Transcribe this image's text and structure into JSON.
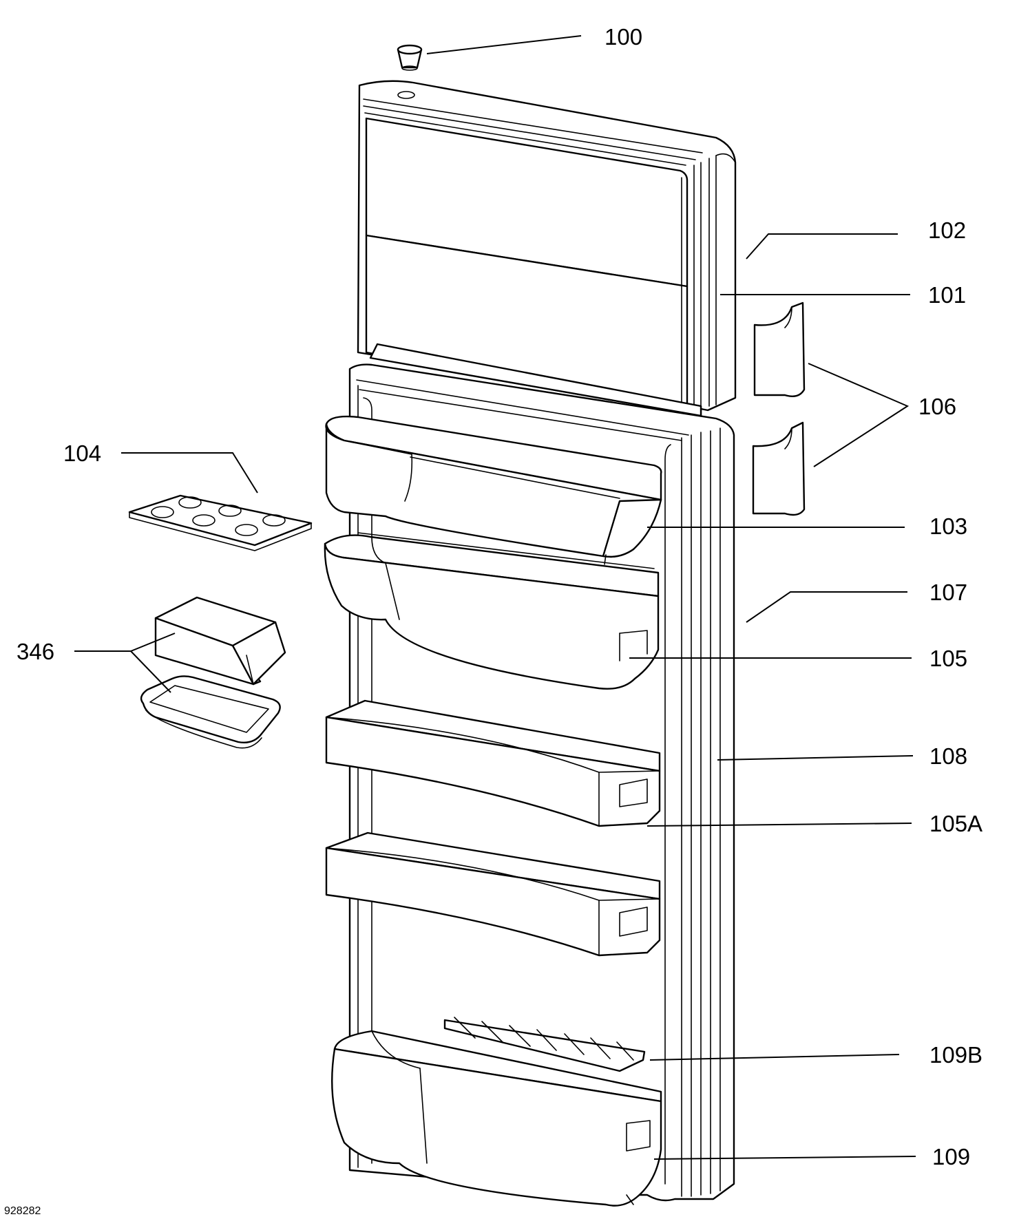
{
  "callouts": {
    "c100": "100",
    "c102": "102",
    "c101": "101",
    "c106": "106",
    "c104": "104",
    "c103": "103",
    "c107": "107",
    "c346": "346",
    "c105": "105",
    "c108": "108",
    "c105a": "105A",
    "c109b": "109B",
    "c109": "109"
  },
  "doc_number": "928282"
}
